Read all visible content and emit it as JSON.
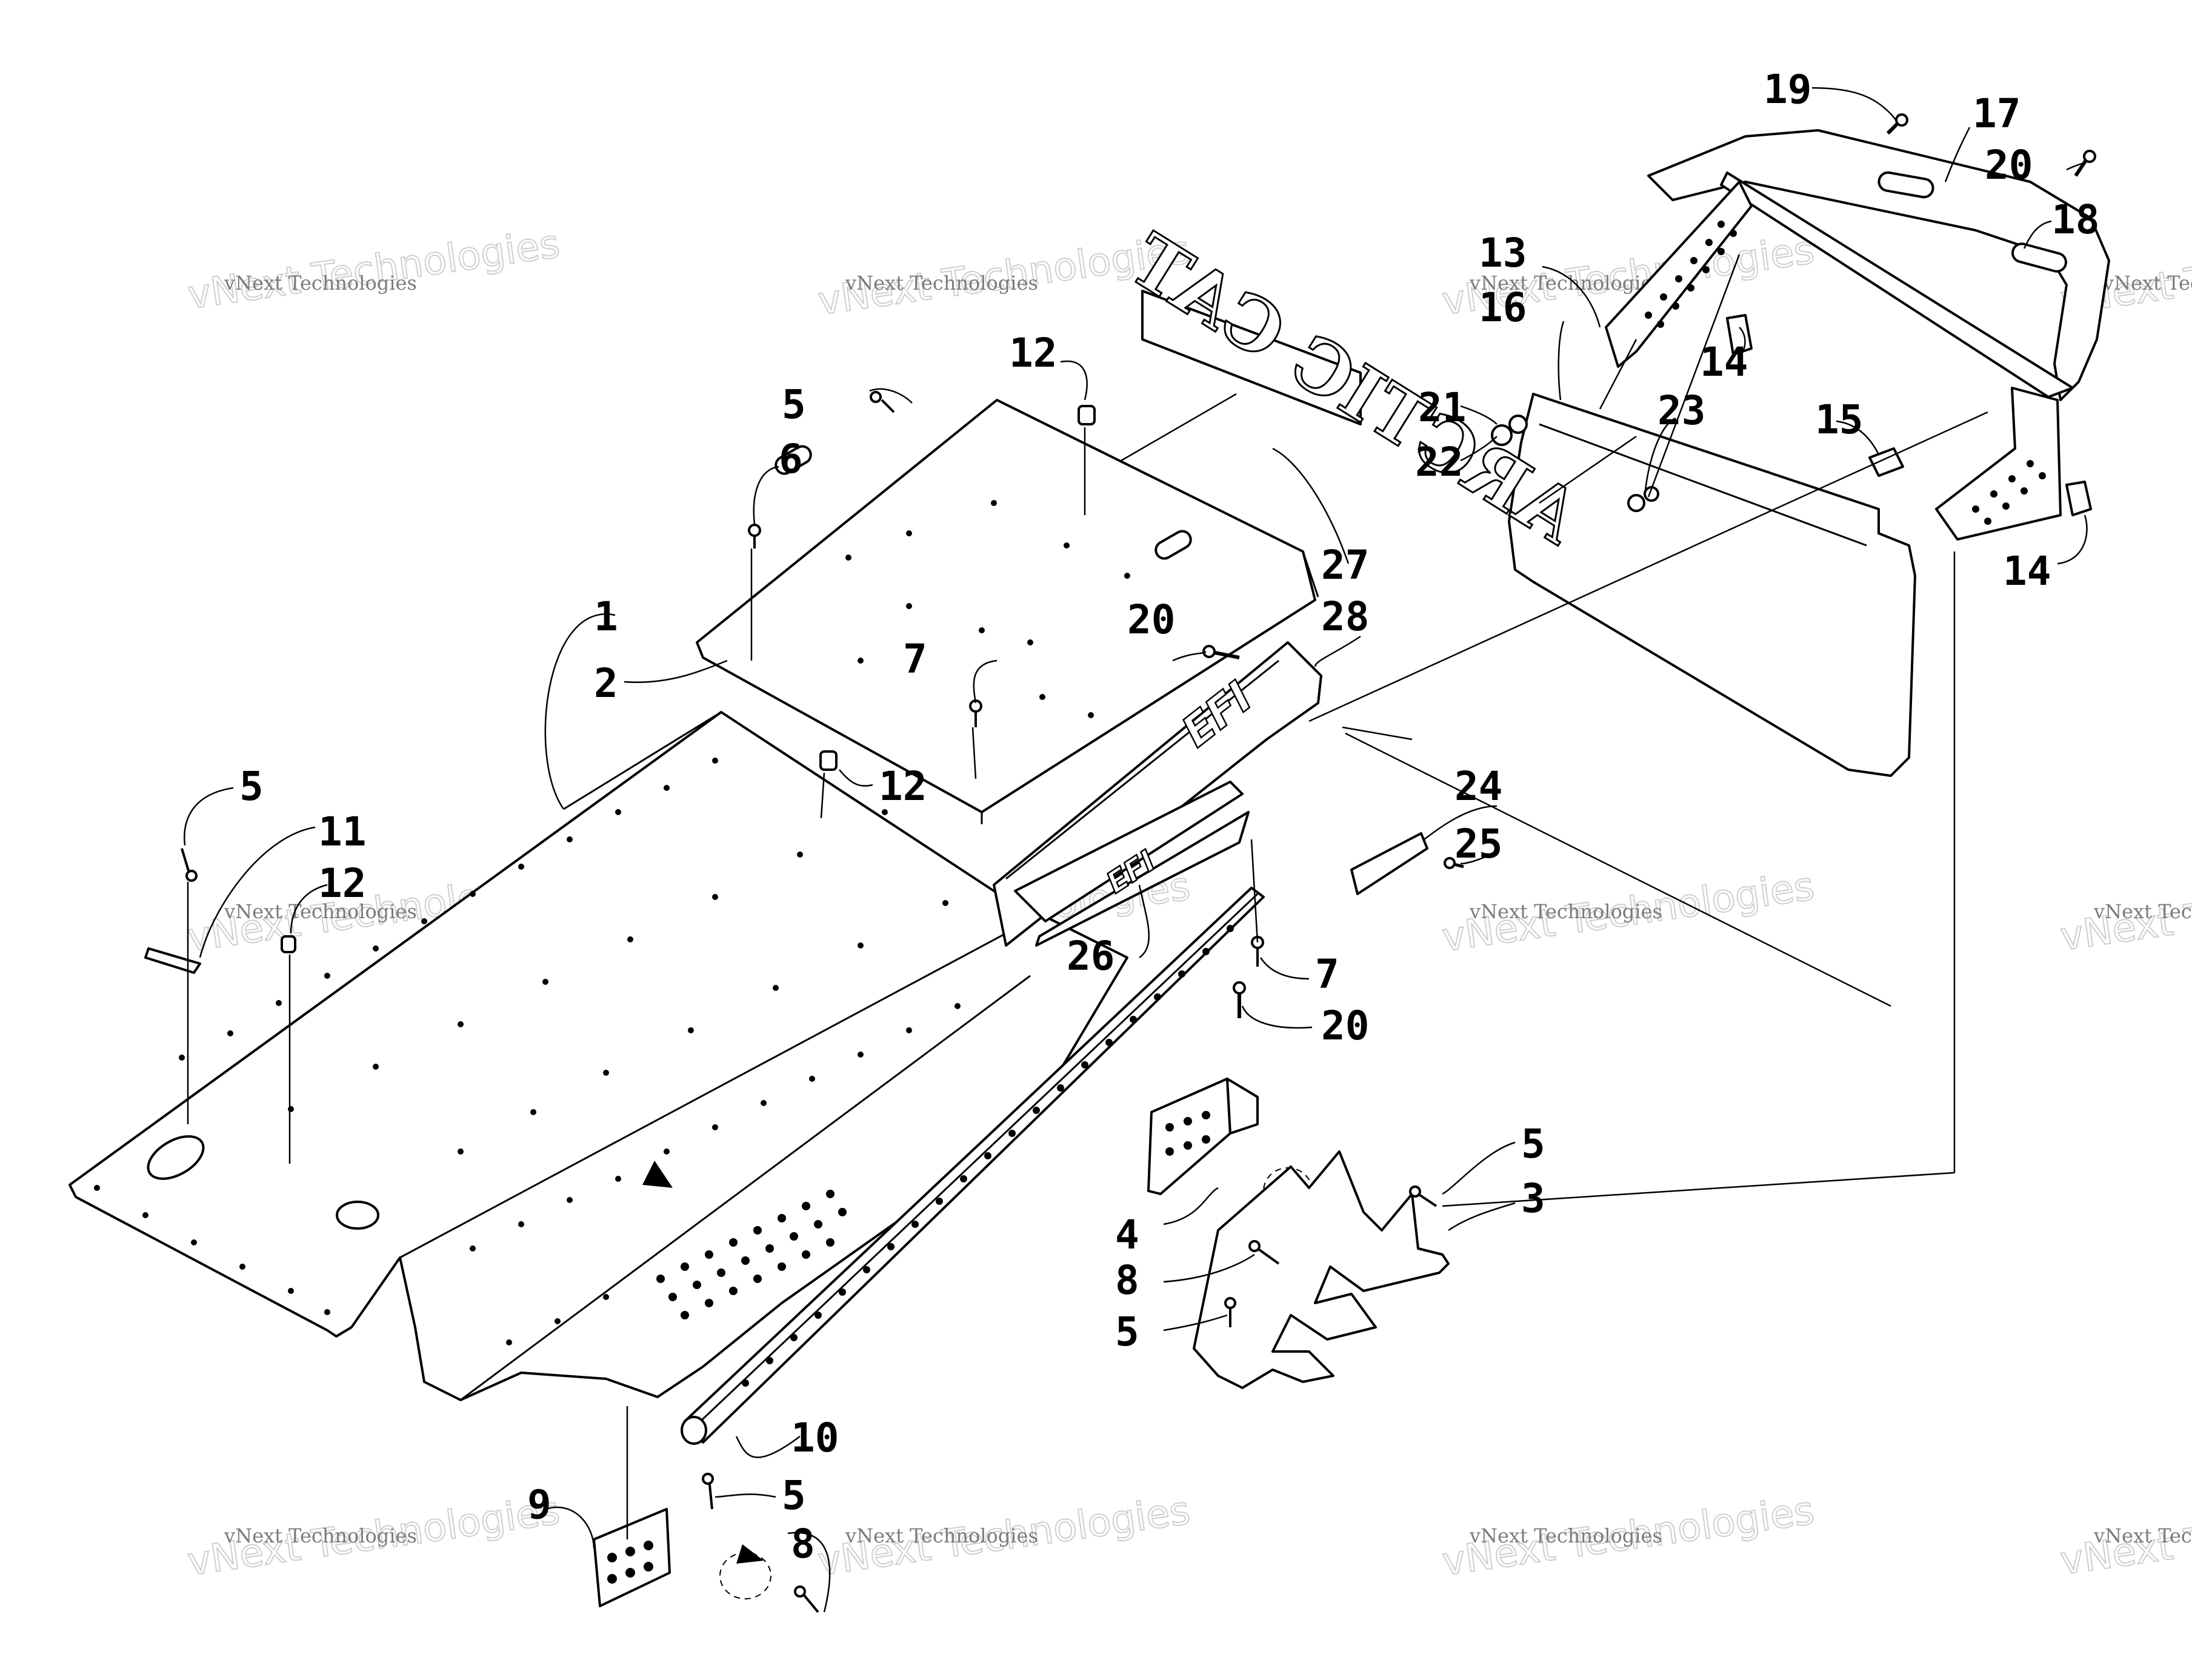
{
  "diagram": {
    "part_labels": [
      "1",
      "2",
      "3",
      "4",
      "5",
      "5",
      "5",
      "5",
      "5",
      "6",
      "7",
      "7",
      "8",
      "8",
      "9",
      "10",
      "11",
      "12",
      "12",
      "12",
      "13",
      "14",
      "14",
      "15",
      "16",
      "17",
      "18",
      "19",
      "20",
      "20",
      "20",
      "21",
      "22",
      "23",
      "24",
      "25",
      "26",
      "27",
      "28"
    ],
    "flap_logo_text": "ARCTIC CAT",
    "side_decal_text": "EFI",
    "panel_decal_text": "EFI"
  },
  "watermark": {
    "small_text": "vNext Technologies",
    "large_text": "vNext Technologies"
  }
}
